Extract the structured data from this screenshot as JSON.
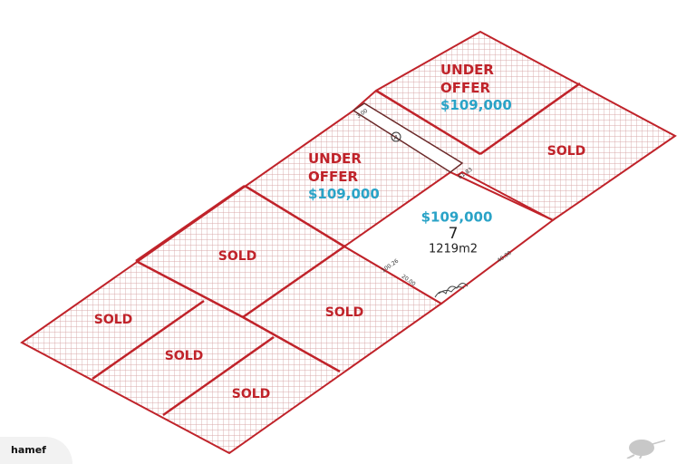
{
  "plan": {
    "lots": [
      {
        "id": "top-offer",
        "status": "UNDER\nOFFER",
        "status_lines": [
          "UNDER",
          "OFFER"
        ],
        "price": "$109,000"
      },
      {
        "id": "top-right",
        "status": "SOLD"
      },
      {
        "id": "mid-offer",
        "status_lines": [
          "UNDER",
          "OFFER"
        ],
        "price": "$109,000"
      },
      {
        "id": "lot-7",
        "price": "$109,000",
        "number": "7",
        "area": "1219m2"
      },
      {
        "id": "mid-left",
        "status": "SOLD"
      },
      {
        "id": "center",
        "status": "SOLD"
      },
      {
        "id": "far-left",
        "status": "SOLD"
      },
      {
        "id": "lower-mid",
        "status": "SOLD"
      },
      {
        "id": "bottom",
        "status": "SOLD"
      }
    ],
    "access_label": "A",
    "dimensions": [
      "3.00",
      "61.83",
      "100.26",
      "20.00",
      "40.00"
    ],
    "colors": {
      "boundary": "#c0232a",
      "price": "#2aa3c7",
      "hatch": "#d8a8aa"
    }
  },
  "footer": {
    "watermark": "hamef",
    "logo_icon": "kiwi-bird-icon"
  }
}
